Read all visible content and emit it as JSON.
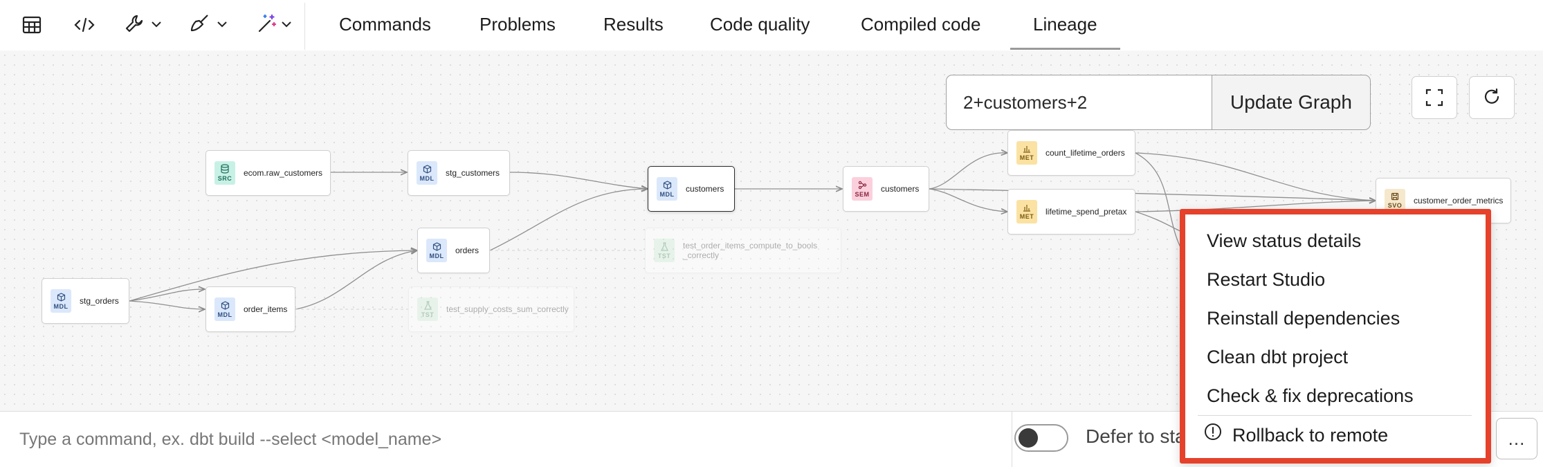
{
  "toolbar": {
    "icons": [
      "table-icon",
      "code-icon",
      "wrench-icon",
      "broom-icon",
      "magic-wand-icon"
    ],
    "tabs": [
      {
        "label": "Commands",
        "active": false
      },
      {
        "label": "Problems",
        "active": false
      },
      {
        "label": "Results",
        "active": false
      },
      {
        "label": "Code quality",
        "active": false
      },
      {
        "label": "Compiled code",
        "active": false
      },
      {
        "label": "Lineage",
        "active": true
      }
    ]
  },
  "graph": {
    "filter_value": "2+customers+2",
    "update_label": "Update Graph",
    "nodes": [
      {
        "badge": "SRC",
        "label": "ecom.raw_customers"
      },
      {
        "badge": "MDL",
        "label": "stg_customers"
      },
      {
        "badge": "MDL",
        "label": "customers"
      },
      {
        "badge": "SEM",
        "label": "customers"
      },
      {
        "badge": "MET",
        "label": "count_lifetime_orders"
      },
      {
        "badge": "MET",
        "label": "lifetime_spend_pretax"
      },
      {
        "badge": "SVO",
        "label": "customer_order_metrics"
      },
      {
        "badge": "MDL",
        "label": "orders"
      },
      {
        "badge": "TST",
        "label": "test_order_items_compute_to_bools _correctly"
      },
      {
        "badge": "MDL",
        "label": "stg_orders"
      },
      {
        "badge": "MDL",
        "label": "order_items"
      },
      {
        "badge": "TST",
        "label": "test_supply_costs_sum_correctly"
      }
    ]
  },
  "command_bar": {
    "placeholder": "Type a command, ex. dbt build --select <model_name>",
    "defer_label": "Defer to sta",
    "defer_enabled": false,
    "more_label": "..."
  },
  "menu": {
    "items": [
      "View status details",
      "Restart Studio",
      "Reinstall dependencies",
      "Clean dbt project",
      "Check & fix deprecations"
    ],
    "rollback_label": "Rollback to remote"
  },
  "colors": {
    "menu_highlight": "#e5412b",
    "mdl_badge": "#dbe8fb",
    "src_badge": "#c8f1e6",
    "sem_badge": "#fbd0dc",
    "met_badge": "#fbe2a3",
    "tst_badge": "#cdf0d5"
  }
}
